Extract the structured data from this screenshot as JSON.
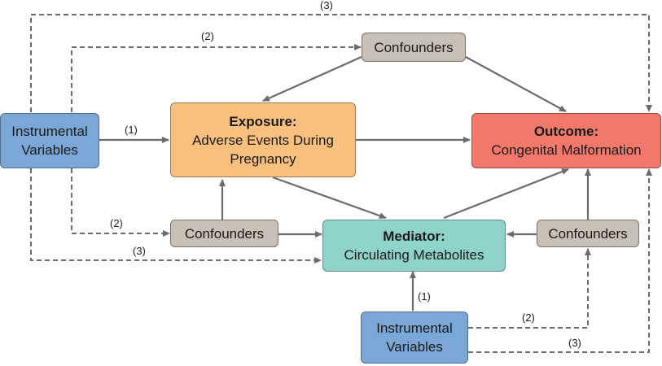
{
  "nodes": {
    "iv_left": {
      "line1": "Instrumental",
      "line2": "Variables"
    },
    "iv_bottom": {
      "line1": "Instrumental",
      "line2": "Variables"
    },
    "conf_top": {
      "label": "Confounders"
    },
    "conf_mid": {
      "label": "Confounders"
    },
    "conf_right": {
      "label": "Confounders"
    },
    "exposure": {
      "title": "Exposure:",
      "line1": "Adverse Events During",
      "line2": "Pregnancy"
    },
    "outcome": {
      "title": "Outcome:",
      "line1": "Congenital  Malformation"
    },
    "mediator": {
      "title": "Mediator:",
      "line1": "Circulating  Metabolites"
    }
  },
  "edge_labels": {
    "l1_left": "(1)",
    "l1_bottom": "(1)",
    "l2_top": "(2)",
    "l2_mid": "(2)",
    "l2_bottom": "(2)",
    "l3_top": "(3)",
    "l3_mid": "(3)",
    "l3_bottom": "(3)"
  },
  "colors": {
    "arrow": "#6b6b6b",
    "instrumental": "#7aa7d6",
    "confounders": "#c8c0b4",
    "exposure": "#f8c07c",
    "outcome": "#f1786b",
    "mediator": "#8fd2ca"
  }
}
